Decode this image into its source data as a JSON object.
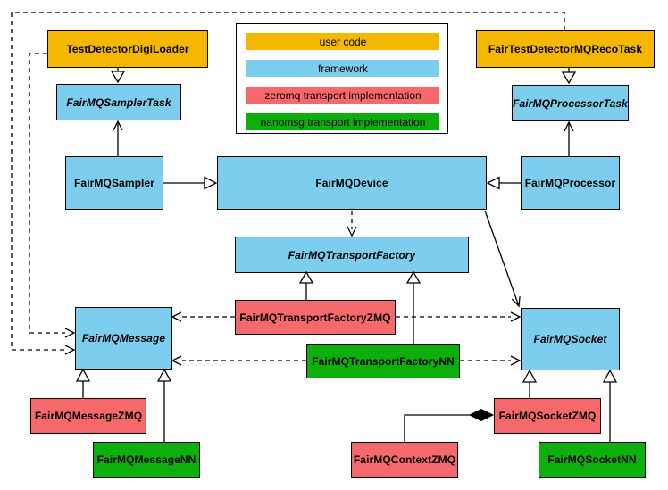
{
  "colors": {
    "user": "#F5B700",
    "fw": "#7DCDEE",
    "zmq": "#F5696C",
    "nn": "#0DAF0D"
  },
  "legend": {
    "items": [
      {
        "label": "user code",
        "category": "user"
      },
      {
        "label": "framework",
        "category": "fw"
      },
      {
        "label": "zeromq transport implementation",
        "category": "zmq"
      },
      {
        "label": "nanomsg transport implementation",
        "category": "nn"
      }
    ]
  },
  "nodes": {
    "digiloader": {
      "label": "TestDetectorDigiLoader",
      "category": "user"
    },
    "recotask": {
      "label": "FairTestDetectorMQRecoTask",
      "category": "user"
    },
    "samplertask": {
      "label": "FairMQSamplerTask",
      "category": "fw",
      "abstract": true
    },
    "processortask": {
      "label": "FairMQProcessorTask",
      "category": "fw",
      "abstract": true
    },
    "sampler": {
      "label": "FairMQSampler",
      "category": "fw"
    },
    "device": {
      "label": "FairMQDevice",
      "category": "fw"
    },
    "processor": {
      "label": "FairMQProcessor",
      "category": "fw"
    },
    "transportfactory": {
      "label": "FairMQTransportFactory",
      "category": "fw",
      "abstract": true
    },
    "factoryzmq": {
      "label": "FairMQTransportFactoryZMQ",
      "category": "zmq"
    },
    "factorynn": {
      "label": "FairMQTransportFactoryNN",
      "category": "nn"
    },
    "message": {
      "label": "FairMQMessage",
      "category": "fw",
      "abstract": true
    },
    "socket": {
      "label": "FairMQSocket",
      "category": "fw",
      "abstract": true
    },
    "messagezmq": {
      "label": "FairMQMessageZMQ",
      "category": "zmq"
    },
    "messagenn": {
      "label": "FairMQMessageNN",
      "category": "nn"
    },
    "socketzmq": {
      "label": "FairMQSocketZMQ",
      "category": "zmq"
    },
    "socketnn": {
      "label": "FairMQSocketNN",
      "category": "nn"
    },
    "contextzmq": {
      "label": "FairMQContextZMQ",
      "category": "zmq"
    }
  },
  "edges": [
    {
      "from": "TestDetectorDigiLoader",
      "to": "FairMQSamplerTask",
      "type": "inheritance"
    },
    {
      "from": "FairTestDetectorMQRecoTask",
      "to": "FairMQProcessorTask",
      "type": "inheritance"
    },
    {
      "from": "FairMQSampler",
      "to": "FairMQSamplerTask",
      "type": "association"
    },
    {
      "from": "FairMQProcessor",
      "to": "FairMQProcessorTask",
      "type": "association"
    },
    {
      "from": "FairMQSampler",
      "to": "FairMQDevice",
      "type": "inheritance"
    },
    {
      "from": "FairMQProcessor",
      "to": "FairMQDevice",
      "type": "inheritance"
    },
    {
      "from": "FairMQDevice",
      "to": "FairMQTransportFactory",
      "type": "dependency"
    },
    {
      "from": "FairMQDevice",
      "to": "FairMQSocket",
      "type": "association"
    },
    {
      "from": "FairMQTransportFactoryZMQ",
      "to": "FairMQTransportFactory",
      "type": "inheritance"
    },
    {
      "from": "FairMQTransportFactoryNN",
      "to": "FairMQTransportFactory",
      "type": "inheritance"
    },
    {
      "from": "FairMQTransportFactoryZMQ",
      "to": "FairMQMessage",
      "type": "dependency"
    },
    {
      "from": "FairMQTransportFactoryZMQ",
      "to": "FairMQSocket",
      "type": "dependency"
    },
    {
      "from": "FairMQTransportFactoryNN",
      "to": "FairMQMessage",
      "type": "dependency"
    },
    {
      "from": "FairMQTransportFactoryNN",
      "to": "FairMQSocket",
      "type": "dependency"
    },
    {
      "from": "TestDetectorDigiLoader",
      "to": "FairMQMessage",
      "type": "dependency"
    },
    {
      "from": "FairTestDetectorMQRecoTask",
      "to": "FairMQMessage",
      "type": "dependency"
    },
    {
      "from": "FairMQMessageZMQ",
      "to": "FairMQMessage",
      "type": "inheritance"
    },
    {
      "from": "FairMQMessageNN",
      "to": "FairMQMessage",
      "type": "inheritance"
    },
    {
      "from": "FairMQSocketZMQ",
      "to": "FairMQSocket",
      "type": "inheritance"
    },
    {
      "from": "FairMQSocketNN",
      "to": "FairMQSocket",
      "type": "inheritance"
    },
    {
      "from": "FairMQContextZMQ",
      "to": "FairMQSocketZMQ",
      "type": "composition"
    }
  ]
}
